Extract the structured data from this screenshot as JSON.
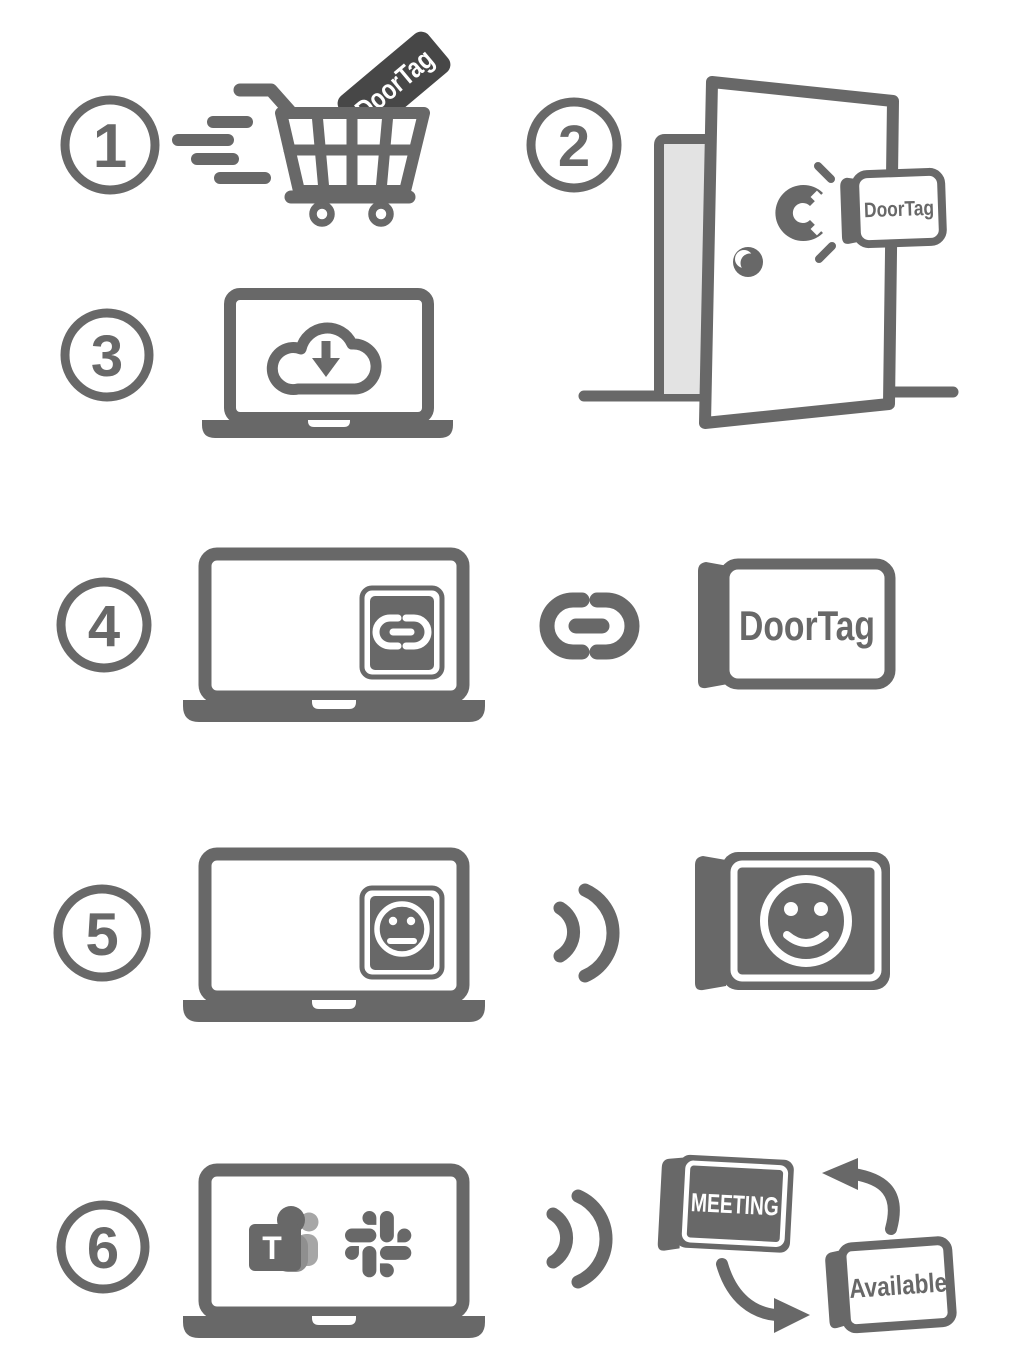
{
  "page": {
    "background": "#ffffff",
    "ink": "#686868",
    "tag_dark": "#474747",
    "door_frame_fill": "#e3e3e3",
    "teams_body_gray": "#8f8f8f",
    "teams_back_gray": "#a6a6a6"
  },
  "steps": [
    {
      "number": "1",
      "icons": [
        "speed-lines-icon",
        "shopping-cart-icon",
        "doortag-tag-icon"
      ],
      "cart_tag_label": "DoorTag"
    },
    {
      "number": "2",
      "icons": [
        "open-door-icon",
        "doorknob-icon",
        "magnet-icon",
        "doortag-device-icon"
      ],
      "device_label": "DoorTag"
    },
    {
      "number": "3",
      "icons": [
        "laptop-icon",
        "cloud-download-icon"
      ]
    },
    {
      "number": "4",
      "icons": [
        "laptop-icon",
        "link-app-tile-icon",
        "chain-link-icon",
        "doortag-device-icon"
      ],
      "device_label": "DoorTag"
    },
    {
      "number": "5",
      "icons": [
        "laptop-icon",
        "smiley-app-tile-icon",
        "wireless-signal-icon",
        "doortag-smiley-device-icon"
      ]
    },
    {
      "number": "6",
      "icons": [
        "laptop-icon",
        "ms-teams-icon",
        "slack-icon",
        "wireless-signal-icon",
        "meeting-tag-icon",
        "available-tag-icon",
        "cycle-arrows-icon"
      ],
      "teams_letter": "T",
      "status_busy": "MEETING",
      "status_free": "Available"
    }
  ]
}
